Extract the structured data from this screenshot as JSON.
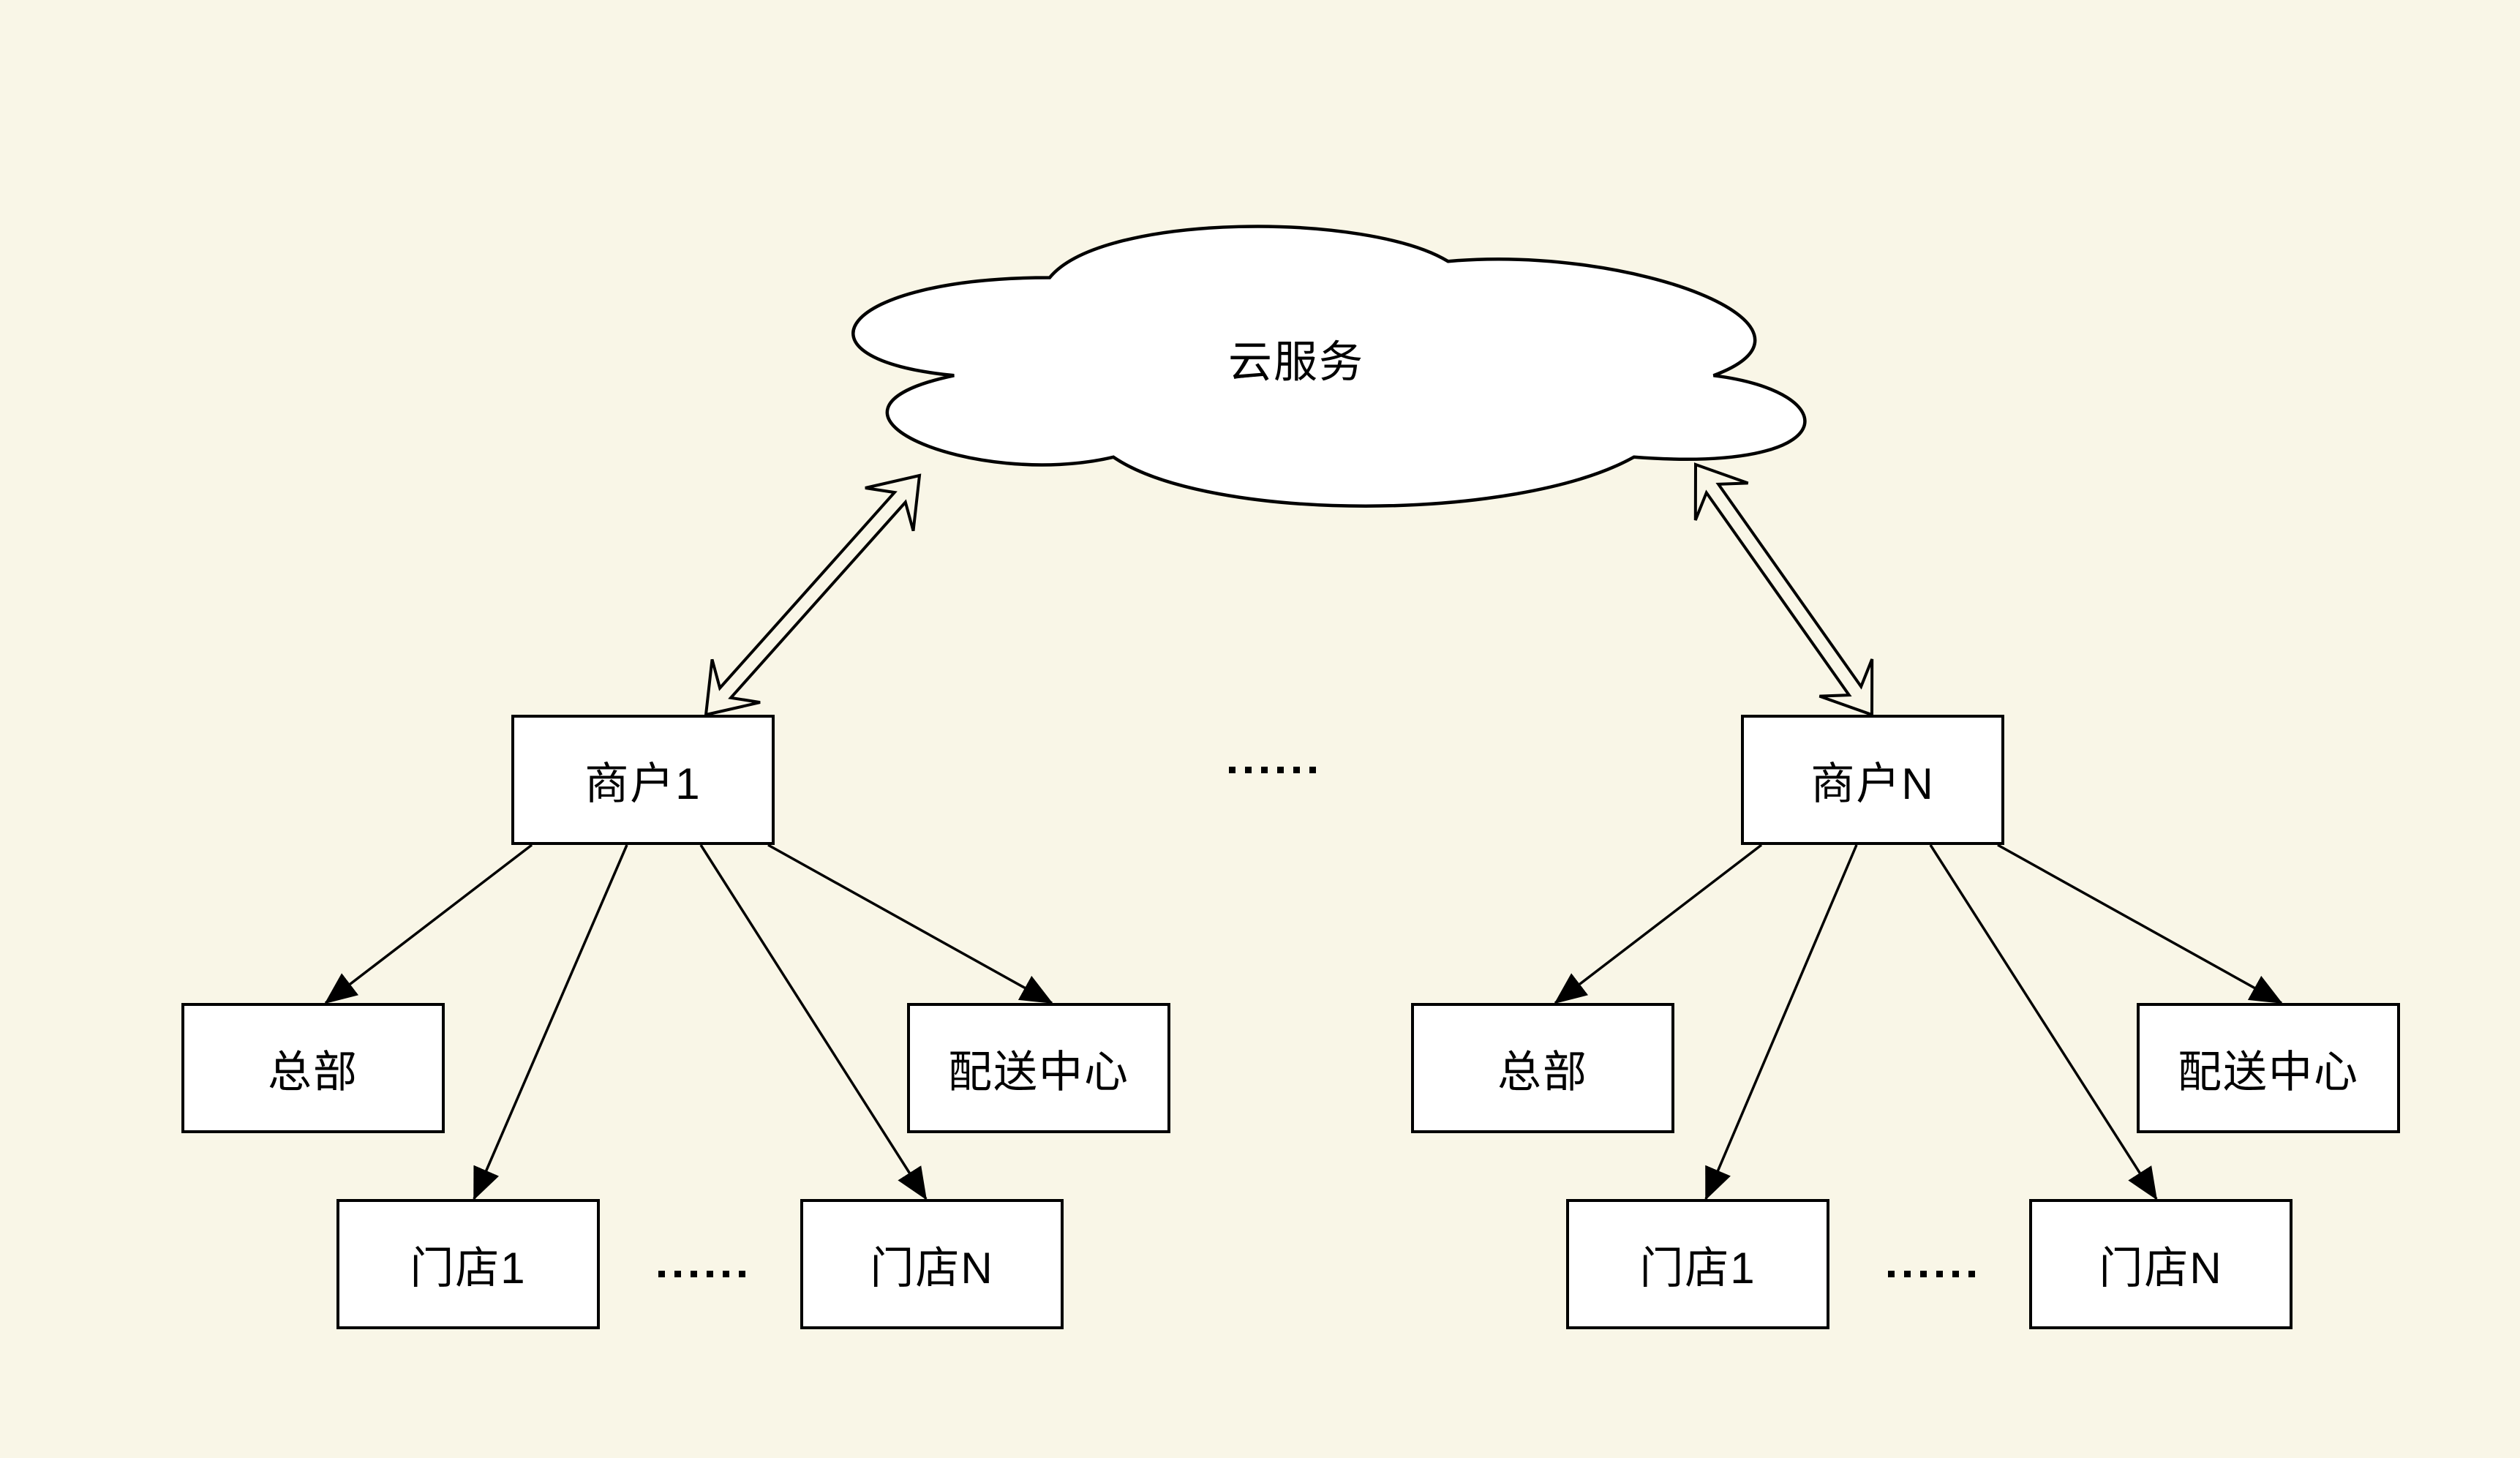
{
  "diagram": {
    "colors": {
      "background": "#F9F6E7",
      "stroke": "#000000",
      "node_fill": "#FFFFFF",
      "text": "#000000"
    },
    "nodes": {
      "cloud": "云服务",
      "merchant1": "商户1",
      "merchantN": "商户N",
      "left_hq": "总部",
      "left_distribution": "配送中心",
      "left_store1": "门店1",
      "left_storeN": "门店N",
      "right_hq": "总部",
      "right_distribution": "配送中心",
      "right_store1": "门店1",
      "right_storeN": "门店N"
    },
    "ellipses": {
      "between_merchants": "……",
      "between_left_stores": "……",
      "between_right_stores": "……"
    }
  }
}
